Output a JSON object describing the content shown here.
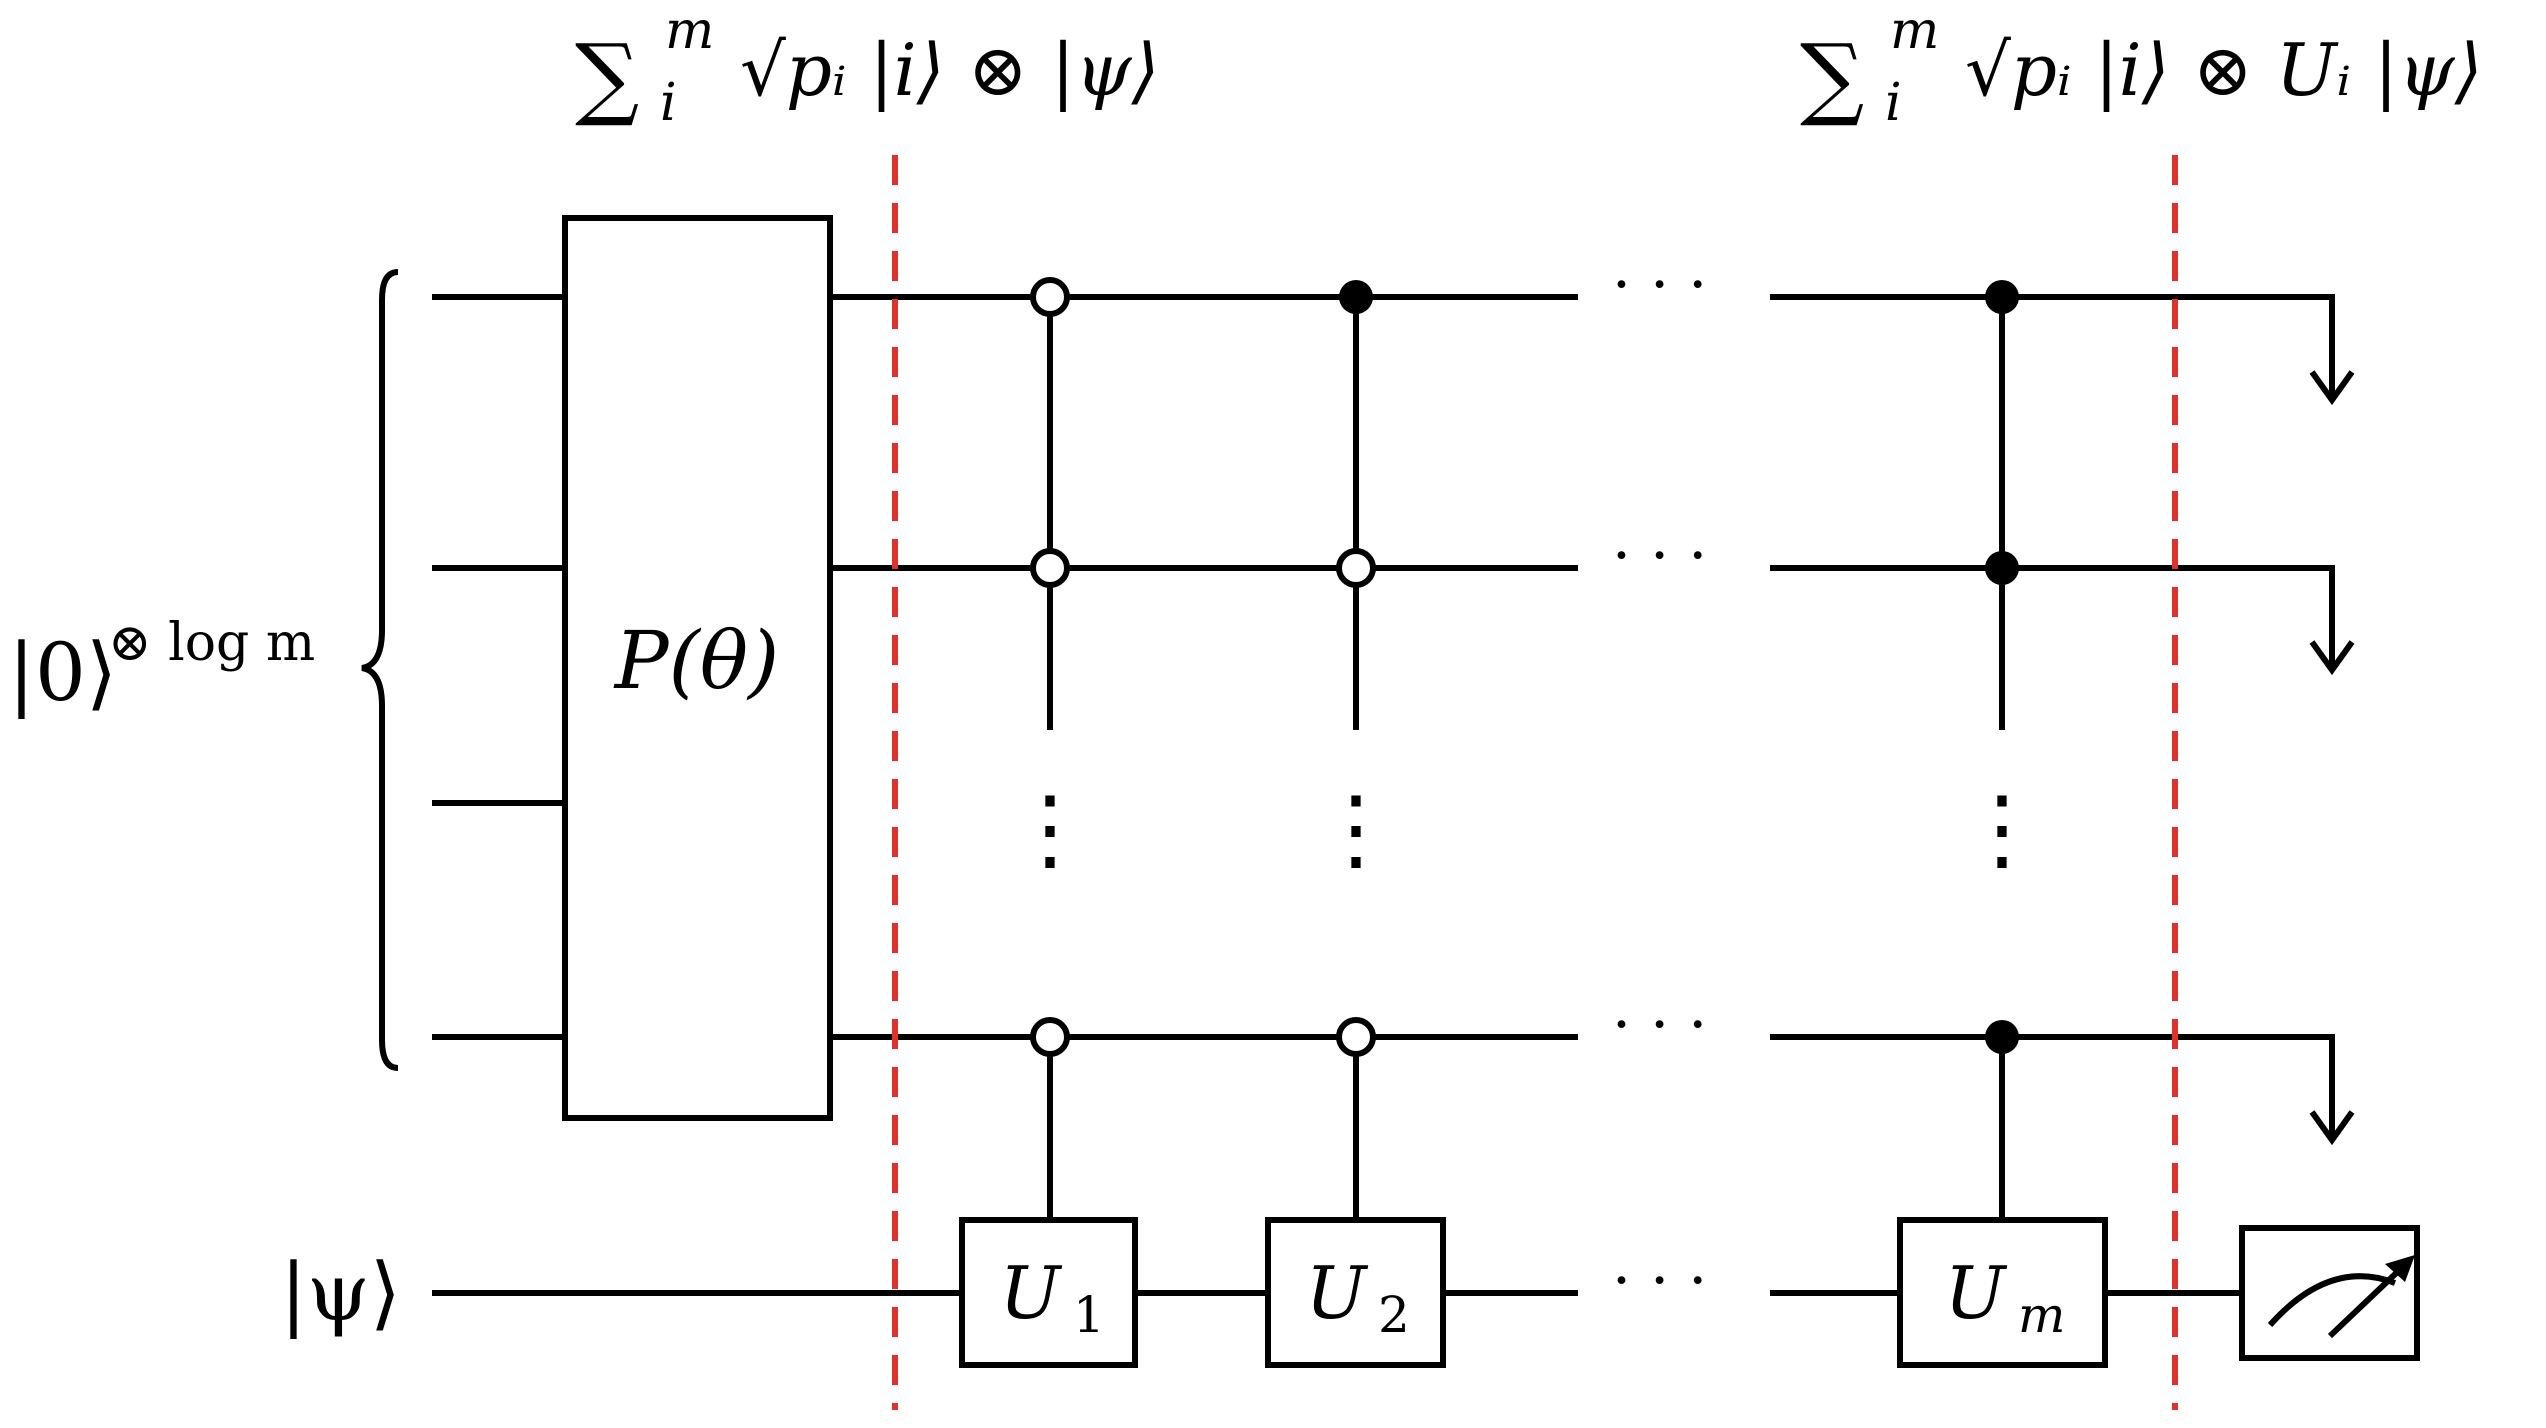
{
  "labels": {
    "input_register": "|0⟩",
    "input_register_exp": "⊗ log m",
    "psi_input": "|ψ⟩",
    "p_theta": "P(θ)",
    "state_1": {
      "sum": "∑",
      "sup": "m",
      "sub": "i",
      "body": "√pᵢ |i⟩ ⊗ |ψ⟩"
    },
    "state_2": {
      "sum": "∑",
      "sup": "m",
      "sub": "i",
      "body": "√pᵢ |i⟩ ⊗ Uᵢ |ψ⟩"
    },
    "gates": [
      {
        "base": "U",
        "sub": "1"
      },
      {
        "base": "U",
        "sub": "2"
      },
      {
        "base": "U",
        "sub": "m"
      }
    ],
    "ellipsis_h": "· · ·",
    "ellipsis_v": "⋮"
  },
  "controls": {
    "gate_1": [
      "open",
      "open",
      "open"
    ],
    "gate_2": [
      "filled",
      "open",
      "open"
    ],
    "gate_m": [
      "filled",
      "filled",
      "filled"
    ]
  },
  "colors": {
    "wire": "#000000",
    "barrier": "#e0312a"
  }
}
